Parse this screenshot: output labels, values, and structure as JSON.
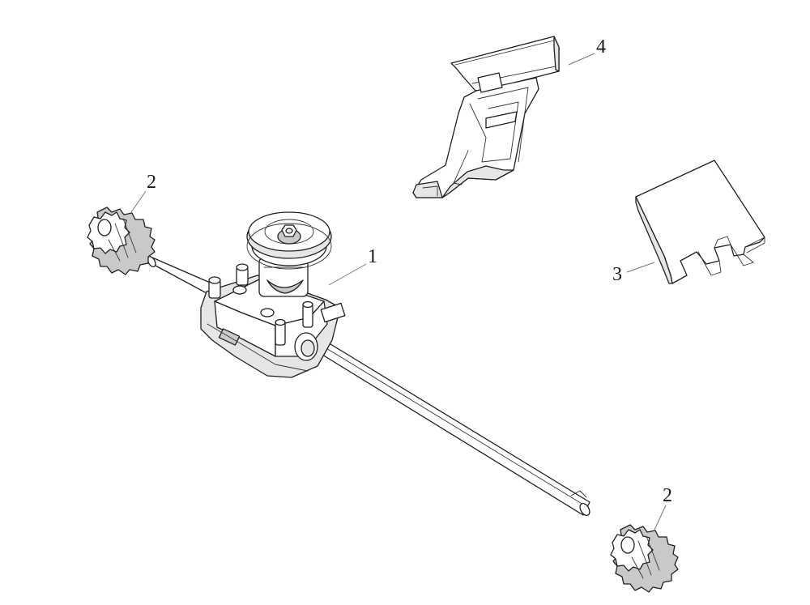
{
  "diagram": {
    "type": "exploded-parts-view",
    "callouts": [
      {
        "id": "1",
        "label": "1",
        "part": "gearbox-with-pulley-and-axle"
      },
      {
        "id": "2a",
        "label": "2",
        "part": "drive-pinion-left"
      },
      {
        "id": "2b",
        "label": "2",
        "part": "drive-pinion-right"
      },
      {
        "id": "3",
        "label": "3",
        "part": "cover-plate"
      },
      {
        "id": "4",
        "label": "4",
        "part": "gearbox-bracket"
      }
    ],
    "colors": {
      "line": "#1f1f1f",
      "leader": "#777777",
      "background": "#ffffff"
    }
  }
}
